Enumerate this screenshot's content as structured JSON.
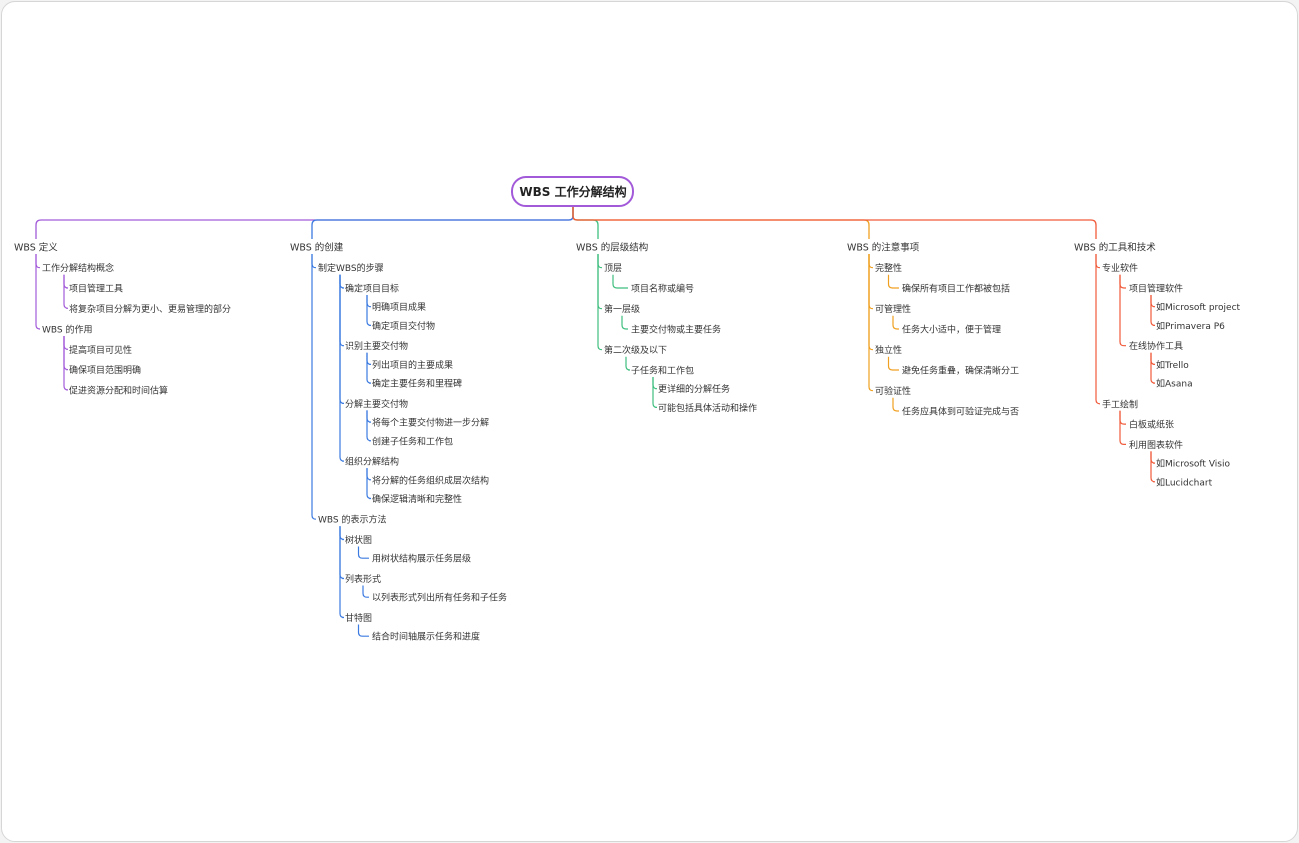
{
  "colors": {
    "root_border": "#a25ad9",
    "branch_0": "#a25ad9",
    "branch_1": "#3b7ae0",
    "branch_2": "#3fbf7f",
    "branch_3": "#f0a020",
    "branch_4": "#f05a3a",
    "text": "#333333"
  },
  "root": {
    "label": "WBS 工作分解结构",
    "children": [
      {
        "label": "WBS 定义",
        "children": [
          {
            "label": "工作分解结构概念",
            "children": [
              {
                "label": "项目管理工具"
              },
              {
                "label": "将复杂项目分解为更小、更易管理的部分"
              }
            ]
          },
          {
            "label": "WBS 的作用",
            "children": [
              {
                "label": "提高项目可见性"
              },
              {
                "label": "确保项目范围明确"
              },
              {
                "label": "促进资源分配和时间估算"
              }
            ]
          }
        ]
      },
      {
        "label": "WBS 的创建",
        "children": [
          {
            "label": "制定WBS的步骤",
            "children": [
              {
                "label": "确定项目目标",
                "children": [
                  {
                    "label": "明确项目成果"
                  },
                  {
                    "label": "确定项目交付物"
                  }
                ]
              },
              {
                "label": "识别主要交付物",
                "children": [
                  {
                    "label": "列出项目的主要成果"
                  },
                  {
                    "label": "确定主要任务和里程碑"
                  }
                ]
              },
              {
                "label": "分解主要交付物",
                "children": [
                  {
                    "label": "将每个主要交付物进一步分解"
                  },
                  {
                    "label": "创建子任务和工作包"
                  }
                ]
              },
              {
                "label": "组织分解结构",
                "children": [
                  {
                    "label": "将分解的任务组织成层次结构"
                  },
                  {
                    "label": "确保逻辑清晰和完整性"
                  }
                ]
              }
            ]
          },
          {
            "label": "WBS 的表示方法",
            "children": [
              {
                "label": "树状图",
                "children": [
                  {
                    "label": "用树状结构展示任务层级"
                  }
                ]
              },
              {
                "label": "列表形式",
                "children": [
                  {
                    "label": "以列表形式列出所有任务和子任务"
                  }
                ]
              },
              {
                "label": "甘特图",
                "children": [
                  {
                    "label": "结合时间轴展示任务和进度"
                  }
                ]
              }
            ]
          }
        ]
      },
      {
        "label": "WBS 的层级结构",
        "children": [
          {
            "label": "顶层",
            "children": [
              {
                "label": "项目名称或编号"
              }
            ]
          },
          {
            "label": "第一层级",
            "children": [
              {
                "label": "主要交付物或主要任务"
              }
            ]
          },
          {
            "label": "第二次级及以下",
            "children": [
              {
                "label": "子任务和工作包",
                "children": [
                  {
                    "label": "更详细的分解任务"
                  },
                  {
                    "label": "可能包括具体活动和操作"
                  }
                ]
              }
            ]
          }
        ]
      },
      {
        "label": "WBS 的注意事项",
        "children": [
          {
            "label": "完整性",
            "children": [
              {
                "label": "确保所有项目工作都被包括"
              }
            ]
          },
          {
            "label": "可管理性",
            "children": [
              {
                "label": "任务大小适中，便于管理"
              }
            ]
          },
          {
            "label": "独立性",
            "children": [
              {
                "label": "避免任务重叠，确保清晰分工"
              }
            ]
          },
          {
            "label": "可验证性",
            "children": [
              {
                "label": "任务应具体到可验证完成与否"
              }
            ]
          }
        ]
      },
      {
        "label": "WBS 的工具和技术",
        "children": [
          {
            "label": "专业软件",
            "children": [
              {
                "label": "项目管理软件",
                "children": [
                  {
                    "label": "如Microsoft project"
                  },
                  {
                    "label": "如Primavera P6"
                  }
                ]
              },
              {
                "label": "在线协作工具",
                "children": [
                  {
                    "label": "如Trello"
                  },
                  {
                    "label": "如Asana"
                  }
                ]
              }
            ]
          },
          {
            "label": "手工绘制",
            "children": [
              {
                "label": "白板或纸张"
              },
              {
                "label": "利用图表软件",
                "children": [
                  {
                    "label": "如Microsoft Visio"
                  },
                  {
                    "label": "如Lucidchart"
                  }
                ]
              }
            ]
          }
        ]
      }
    ]
  }
}
